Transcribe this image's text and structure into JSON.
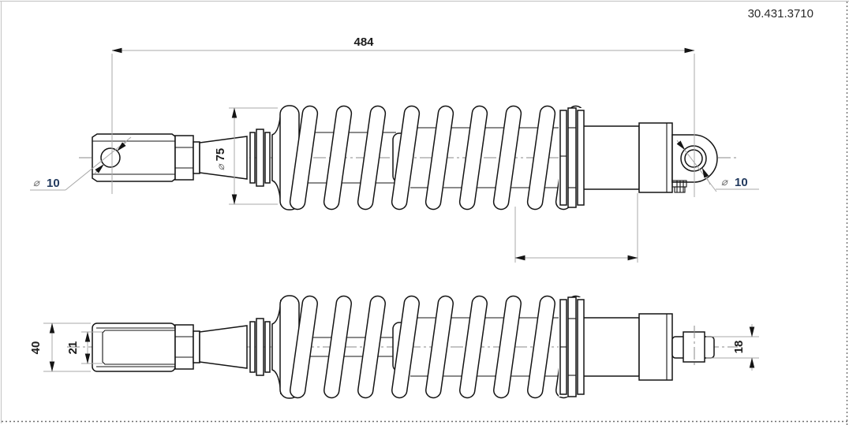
{
  "page": {
    "part_number": "30.431.3710"
  },
  "dimensions": {
    "overall_length": {
      "value": "484"
    },
    "spring_od": {
      "symbol": "⌀",
      "value": "75"
    },
    "left_eye_bore": {
      "symbol": "⌀",
      "value": "10"
    },
    "right_eye_bore": {
      "symbol": "⌀",
      "value": "10"
    },
    "clevis_outer": {
      "value": "40"
    },
    "clevis_slot": {
      "value": "21"
    },
    "stem_width": {
      "value": "18"
    }
  },
  "colors": {
    "background": "#ffffff",
    "part_outline": "#141414",
    "dimension_lines": "#a8a8a8",
    "dimension_text": "#1c1c1c",
    "bore_text": "#223a5e",
    "diameter_symbol": "#6e6e6e",
    "page_border": "#c9c9c9"
  }
}
